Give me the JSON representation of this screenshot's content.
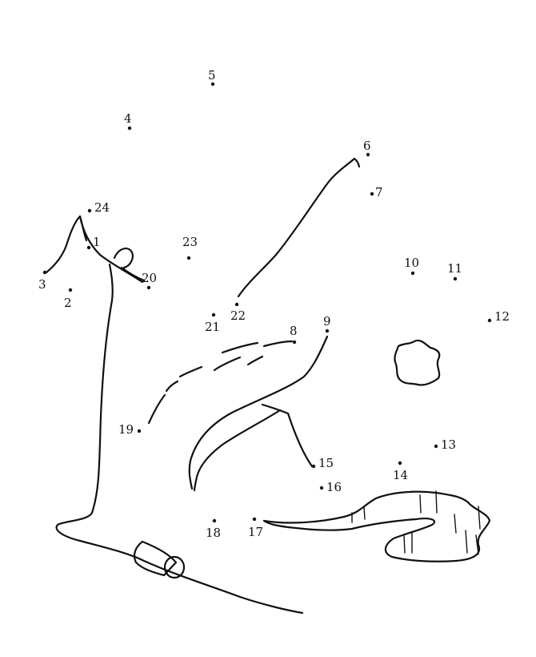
{
  "puzzle": {
    "dots": [
      {
        "label": "1"
      },
      {
        "label": "2"
      },
      {
        "label": "3"
      },
      {
        "label": "4"
      },
      {
        "label": "5"
      },
      {
        "label": "6"
      },
      {
        "label": "7"
      },
      {
        "label": "8"
      },
      {
        "label": "9"
      },
      {
        "label": "10"
      },
      {
        "label": "11"
      },
      {
        "label": "12"
      },
      {
        "label": "13"
      },
      {
        "label": "14"
      },
      {
        "label": "15"
      },
      {
        "label": "16"
      },
      {
        "label": "17"
      },
      {
        "label": "18"
      },
      {
        "label": "19"
      },
      {
        "label": "20"
      },
      {
        "label": "21"
      },
      {
        "label": "22"
      },
      {
        "label": "23"
      },
      {
        "label": "24"
      }
    ],
    "ink_color": "#111111",
    "background_color": "#ffffff"
  }
}
